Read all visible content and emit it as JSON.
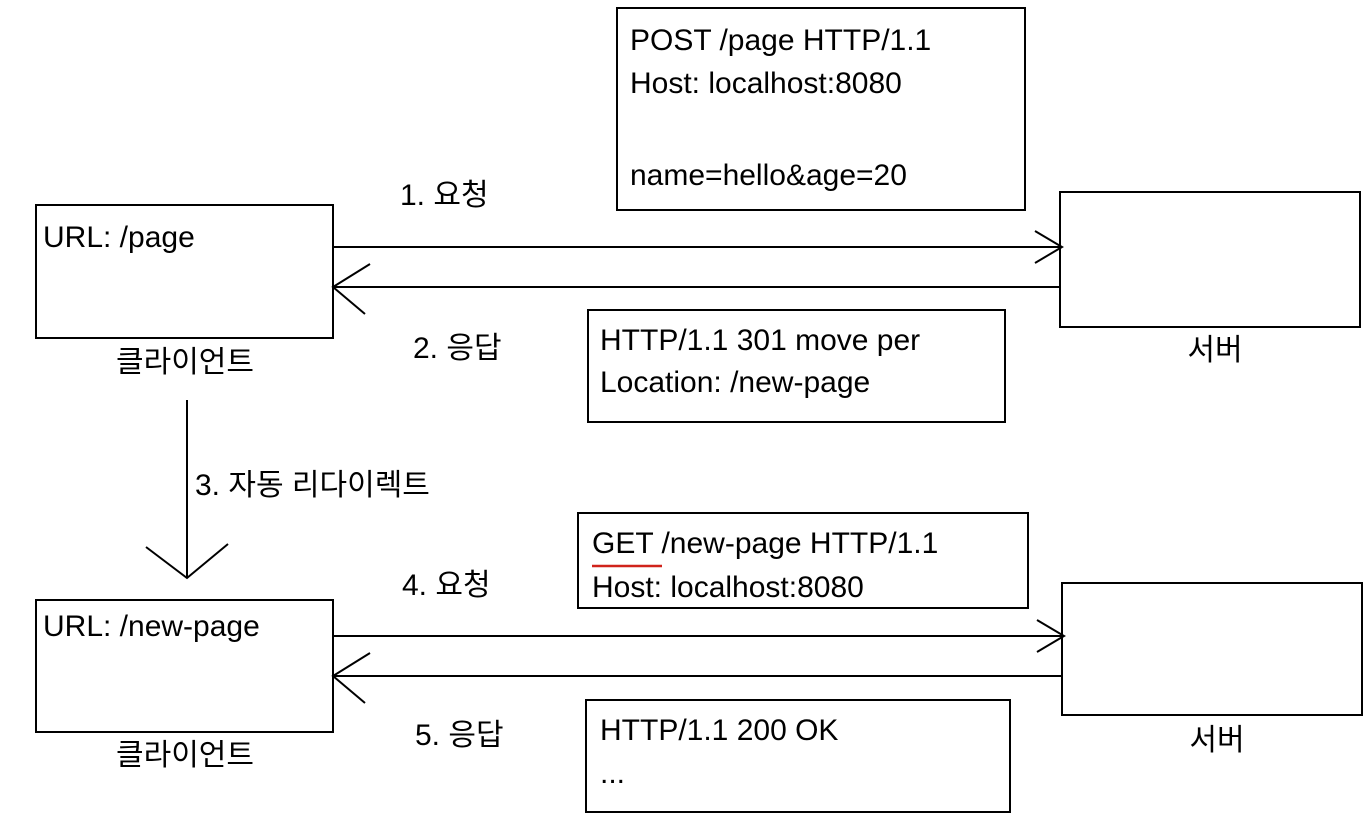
{
  "colors": {
    "line": "#000000",
    "underline": "#d0231b",
    "background": "#ffffff"
  },
  "redirect_flow": {
    "client1": {
      "url": "URL: /page",
      "label": "클라이언트"
    },
    "server1": {
      "label": "서버"
    },
    "step1": {
      "label": "1.   요청"
    },
    "request1": {
      "lines": [
        "POST /page HTTP/1.1",
        "Host: localhost:8080",
        "",
        "name=hello&age=20"
      ]
    },
    "step2": {
      "label": "2. 응답"
    },
    "response1": {
      "lines": [
        "HTTP/1.1 301 move per",
        "Location: /new-page"
      ]
    },
    "step3": {
      "label": "3. 자동 리다이렉트"
    },
    "client2": {
      "url": "URL: /new-page",
      "label": "클라이언트"
    },
    "server2": {
      "label": "서버"
    },
    "step4": {
      "label": "4.   요청"
    },
    "request2": {
      "method": "GET",
      "line1_rest": " /new-page HTTP/1.1",
      "lines": [
        "Host: localhost:8080"
      ]
    },
    "step5": {
      "label": "5. 응답"
    },
    "response2": {
      "lines": [
        "HTTP/1.1 200 OK",
        "..."
      ]
    }
  }
}
